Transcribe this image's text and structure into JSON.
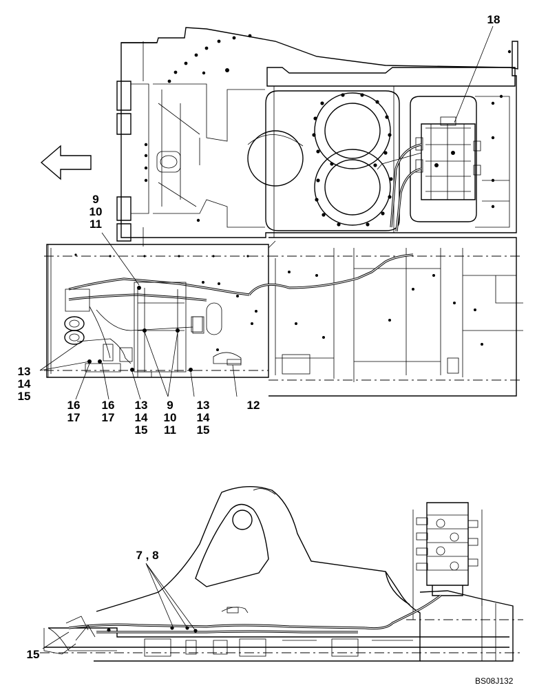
{
  "callouts": {
    "c18": "18",
    "c9_10_11_top": "9\n10\n11",
    "c13_14_15_left": "13\n14\n15",
    "c16_17_a": "16\n17",
    "c16_17_b": "16\n17",
    "c13_14_15_mid": "13\n14\n15",
    "c9_10_11_mid": "9\n10\n11",
    "c13_14_15_right": "13\n14\n15",
    "c12": "12",
    "c7_8": "7 , 8",
    "c15": "15"
  },
  "drawing_code": "BS08J132",
  "icons": {
    "direction": "left-arrow-icon"
  }
}
